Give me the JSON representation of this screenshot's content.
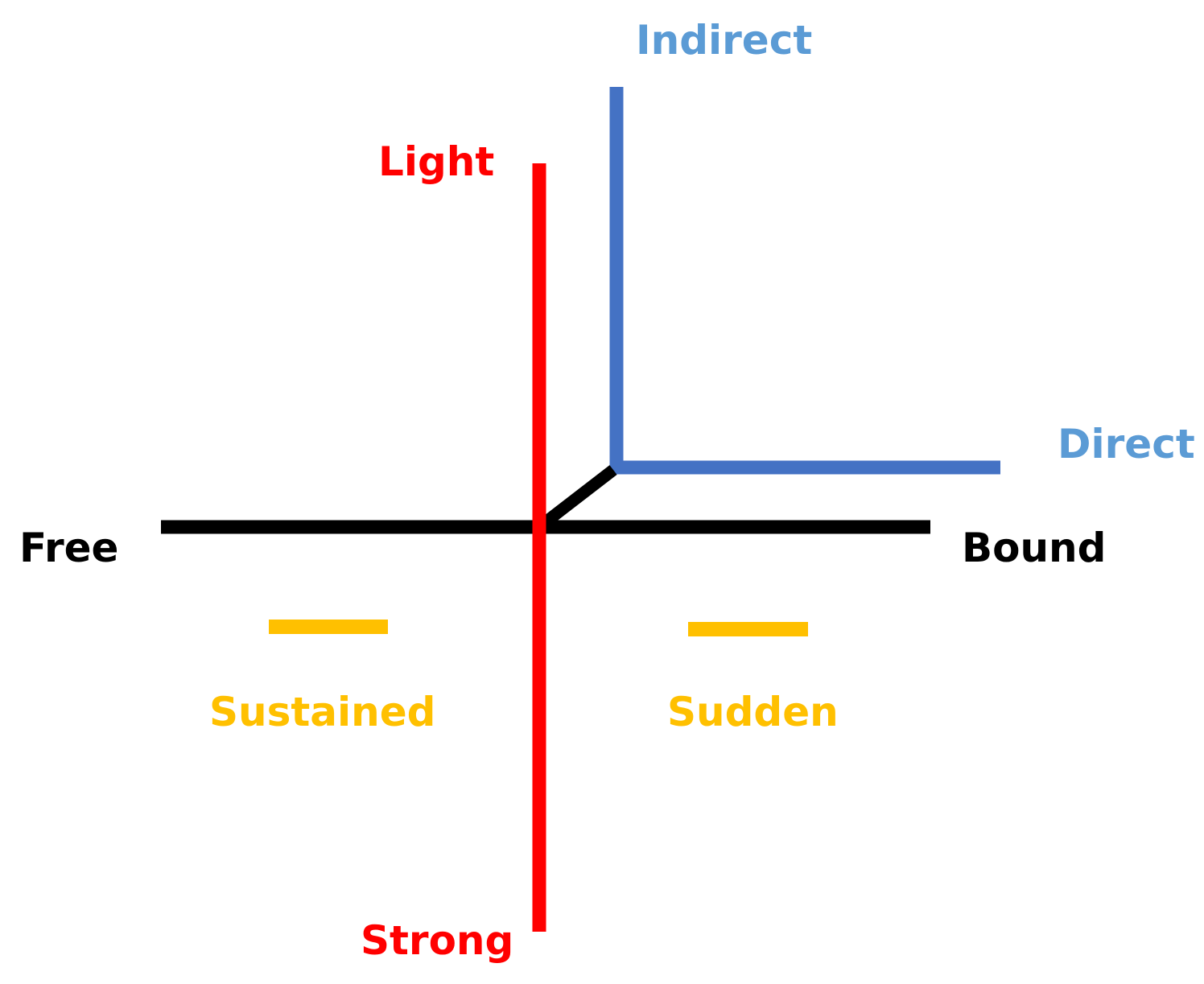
{
  "labels": {
    "indirect": "Indirect",
    "direct": "Direct",
    "light": "Light",
    "strong": "Strong",
    "free": "Free",
    "bound": "Bound",
    "sustained": "Sustained",
    "sudden": "Sudden"
  },
  "colors": {
    "space_axis": "#4472C4",
    "space_label": "#5B9BD5",
    "weight": "#FF0000",
    "flow": "#000000",
    "time": "#FFC000",
    "background": "#FFFFFF"
  }
}
